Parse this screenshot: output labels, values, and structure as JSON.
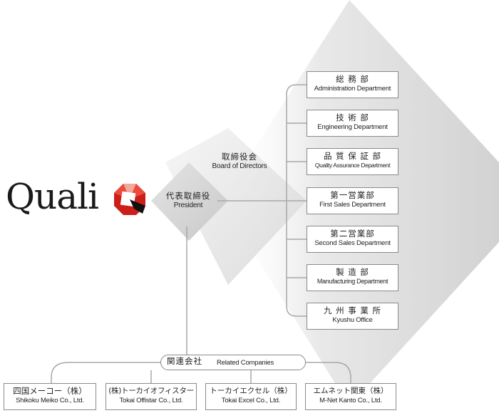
{
  "logo": {
    "text": "Quali",
    "mark_colors": [
      "#cc1f1a",
      "#ea4b3a",
      "#f4a79c",
      "#111111"
    ]
  },
  "president": {
    "jp": "代表取締役",
    "en": "President"
  },
  "board": {
    "jp": "取締役会",
    "en": "Board of Directors"
  },
  "departments": [
    {
      "jp": "総 務 部",
      "en": "Administration Department"
    },
    {
      "jp": "技 術 部",
      "en": "Engineering Department"
    },
    {
      "jp": "品 質 保 証 部",
      "en": "Quality Assurance Department"
    },
    {
      "jp": "第一営業部",
      "en": "First Sales Department"
    },
    {
      "jp": "第二営業部",
      "en": "Second Sales Department"
    },
    {
      "jp": "製 造 部",
      "en": "Manufacturing Department"
    },
    {
      "jp": "九 州 事 業 所",
      "en": "Kyushu Office"
    }
  ],
  "related": {
    "jp": "関連会社",
    "en": "Related Companies"
  },
  "companies": [
    {
      "jp": "四国メーコー（株）",
      "en": "Shikoku Meiko Co., Ltd."
    },
    {
      "jp": "(株)トーカイオフィスター",
      "en": "Tokai Offistar Co., Ltd."
    },
    {
      "jp": "トーカイエクセル（株）",
      "en": "Tokai Excel Co., Ltd."
    },
    {
      "jp": "エムネット関東（株）",
      "en": "M-Net Kanto Co., Ltd."
    }
  ],
  "colors": {
    "line": "#a8a8a8",
    "border": "#8a8a8a",
    "shade": "#d9d9d9"
  }
}
